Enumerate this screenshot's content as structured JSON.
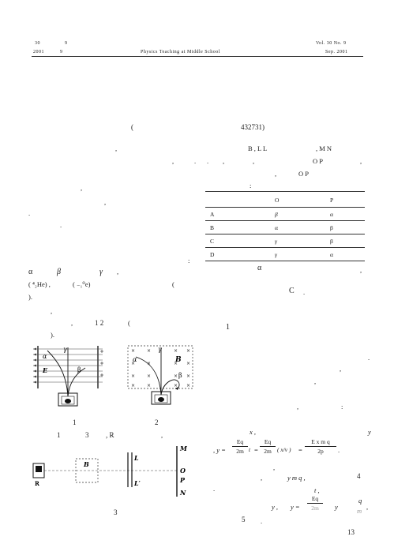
{
  "header": {
    "vol_cn": "30",
    "num_cn": "9",
    "year_cn": "2001",
    "month_cn": "9",
    "journal_en": "Physics Teaching at Middle School",
    "vol_en": "Vol. 30   No. 9",
    "date_en": "Sep. 2001"
  },
  "author": {
    "paren_open": "(",
    "postcode": "432731)"
  },
  "left": {
    "l1": ",",
    "l2a": ",",
    "l2b": ".",
    "l3": ",",
    "l4": ",",
    "l5": ".",
    "l6": ".",
    "l7": ":",
    "greek_a": "α",
    "greek_b": "β",
    "greek_g": "γ",
    "greek_comma": ",",
    "helium": "( ⁴₂He) ,",
    "electron": "( ₋₁⁰e)",
    "paren": "(",
    "close": ").",
    "comma2": ",",
    "figref_comma": ",",
    "figref": "1  2",
    "paren2": "(",
    "close2": ")."
  },
  "fig1": {
    "alpha": "α",
    "gamma": "γ",
    "beta": "β",
    "E": "E",
    "caption": "1"
  },
  "fig2": {
    "alpha": "α",
    "gamma": "γ",
    "beta": "β",
    "B": "B",
    "caption": "2"
  },
  "fig_ref_line": {
    "n1": "1",
    "n3": "3",
    "R": ", R",
    "comma": ","
  },
  "fig3": {
    "R": "R",
    "B": "B",
    "L": "L",
    "L_prime": "L′",
    "M": "M",
    "O": "O",
    "P": "P",
    "N": "N",
    "caption": "3"
  },
  "right": {
    "r1": "B , L L",
    "r1b": ", M N",
    "r2a": ".",
    "r2b": ",",
    "r2c": ",",
    "r2d": "O   P",
    "r2e": ",",
    "r3a": ",",
    "r3b": "O   P",
    "r4": ":",
    "answer_alpha": "α",
    "answer_comma": ",",
    "answer_C": "C",
    "answer_dot": ".",
    "sec1": "1",
    "r5": ".",
    "r6": ",",
    "r7": ",",
    "r8a": ",",
    "r8b": ":",
    "x_line": "x ,",
    "y_end": "y",
    "eq_prefix": ", y =",
    "eq1_num": "Eq",
    "eq1_den": "2m",
    "eq1_t": "t",
    "eq_equals": "=",
    "eq2_num": "Eq",
    "eq2_den": "2m",
    "eq2_par": "( x/v )",
    "eq3_num": "E x m q",
    "eq3_den": "2p",
    "eq_dot": ".",
    "r9": ",",
    "r10a": ",",
    "r10b": "y    m q ,",
    "r10c": "4",
    "r11a": ".",
    "r11b": "t ,",
    "r12a": "y ,",
    "r12b": "y =",
    "r12_num": "Eq",
    "r12_den": "2m",
    "r12_c": "y",
    "r12_d": "q",
    "r12_e": "m",
    "r12_f": ",",
    "r13a": "5",
    "r13b": ".",
    "page_no": "13"
  },
  "table": {
    "headers": [
      "",
      "O",
      "P"
    ],
    "rows": [
      [
        "A",
        "β",
        "α"
      ],
      [
        "B",
        "α",
        "β"
      ],
      [
        "C",
        "γ",
        "β"
      ],
      [
        "D",
        "γ",
        "α"
      ]
    ]
  }
}
